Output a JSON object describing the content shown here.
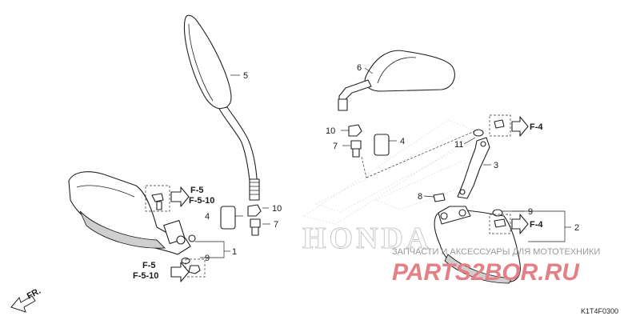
{
  "callouts": {
    "c1": "1",
    "c2": "2",
    "c3": "3",
    "c4a": "4",
    "c4b": "4",
    "c5": "5",
    "c6": "6",
    "c7a": "7",
    "c7b": "7",
    "c8": "8",
    "c9a": "9",
    "c9b": "9",
    "c10a": "10",
    "c10b": "10",
    "c11": "11"
  },
  "refs": {
    "f5_top": "F-5",
    "f510_top": "F-5-10",
    "f5_bot": "F-5",
    "f510_bot": "F-5-10",
    "f4_top": "F-4",
    "f4_right": "F-4"
  },
  "direction_arrow": "FR.",
  "watermark": {
    "brand_text": "HONDA",
    "tagline": "ЗАПЧАСТИ И АКСЕССУАРЫ ДЛЯ МОТОТЕХНИКИ",
    "site": "PARTS2BOR.RU"
  },
  "diagram_code": "K1T4F0300"
}
